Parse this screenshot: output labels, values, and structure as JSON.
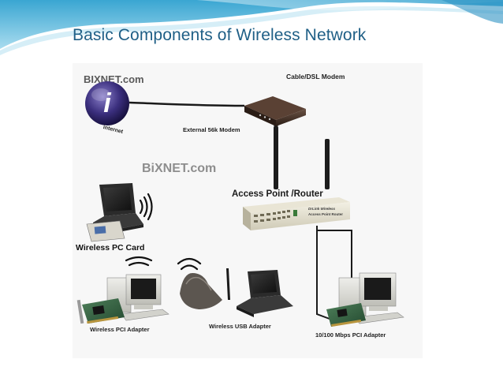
{
  "slide": {
    "title": "Basic Components of Wireless Network"
  },
  "diagram": {
    "watermark_top": "BIXNET.com",
    "watermark_middle": "BiXNET.com",
    "internet_symbol": "i",
    "internet_label": "internet",
    "cable_dsl_modem_label": "Cable/DSL Modem",
    "external_modem_label": "External 56k Modem",
    "access_point_label": "Access Point /Router",
    "router_brand": "DrLink Wireless",
    "router_face_text": "Access Point Router",
    "wireless_pc_card_label": "Wireless PC Card",
    "wireless_pci_adapter_label": "Wireless PCI Adapter",
    "wireless_usb_adapter_label": "Wireless USB Adapter",
    "pci_adapter_label": "10/100 Mbps PCI Adapter"
  },
  "colors": {
    "title": "#1f5f86",
    "header_wave": "#5fb7d9",
    "header_wave_light": "#bfe3f1",
    "cable": "#1a1a1a"
  }
}
